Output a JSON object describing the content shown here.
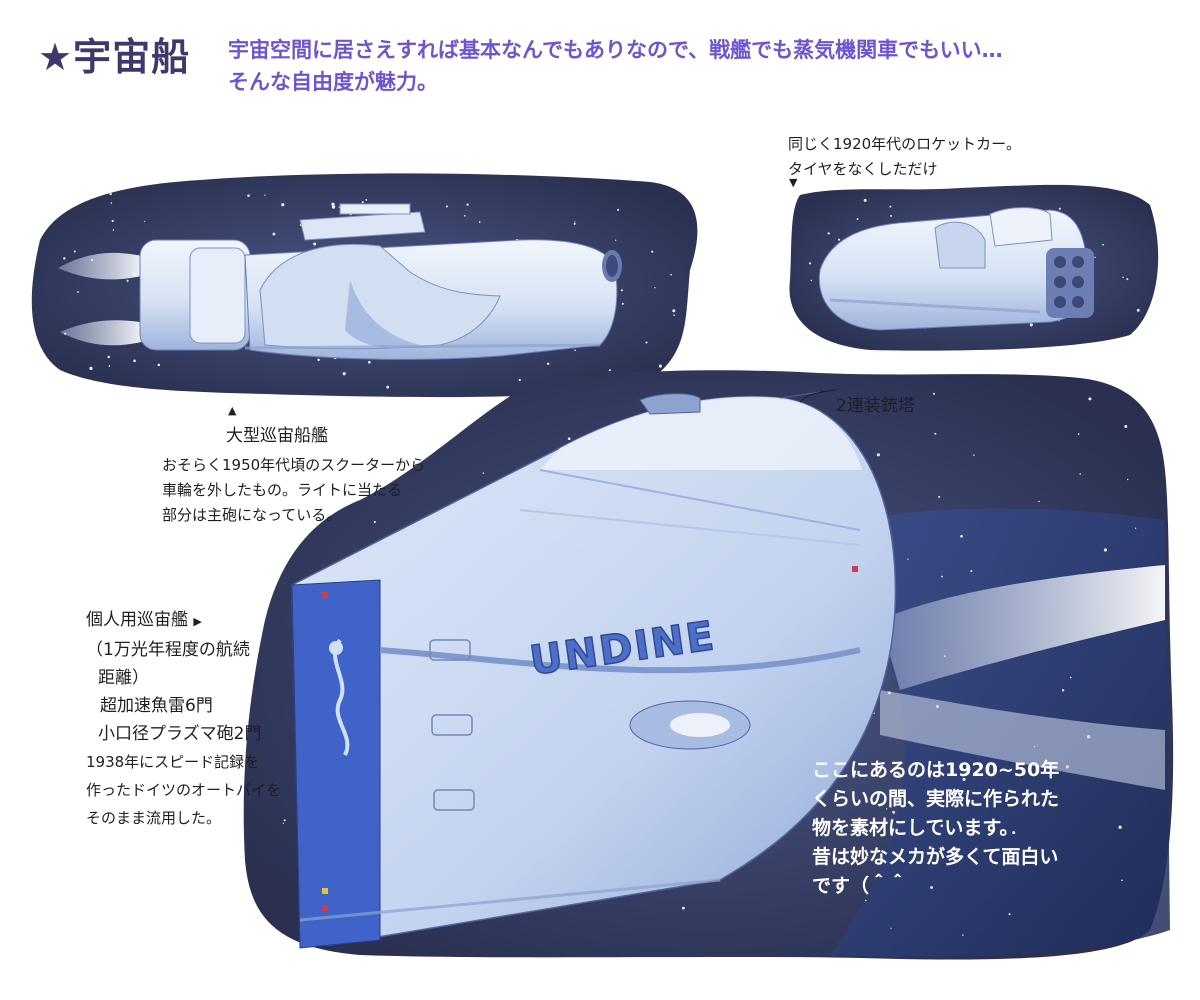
{
  "header": {
    "title": "★宇宙船",
    "intro_lines": [
      "宇宙空間に居さえすれば基本なんでもありなので、戦艦でも蒸気機関車でもいい…",
      "そんな自由度が魅力。"
    ]
  },
  "notes": {
    "rocket_car": [
      "同じく1920年代のロケットカー。",
      "タイヤをなくしただけ"
    ],
    "turret": "2連装銃塔",
    "cruiser_title": "大型巡宙船艦",
    "cruiser_lines": [
      "おそらく1950年代頃のスクーターから",
      "車輪を外したもの。ライトに当たる",
      "部分は主砲になっている。"
    ],
    "personal_lines": [
      "個人用巡宙艦",
      "（1万光年程度の航続",
      "距離）",
      "超加速魚雷6門",
      "小口径プラズマ砲2門",
      "1938年にスピード記録を",
      "作ったドイツのオートバイを",
      "そのまま流用した。"
    ],
    "bottom_lines": [
      "ここにあるのは1920~50年",
      "くらいの間、実際に作られた",
      "物を素材にしています。",
      "昔は妙なメカが多くて面白い",
      "です（＾＾"
    ]
  },
  "ship_label": "UNDINE",
  "colors": {
    "title": "#3d3a6b",
    "intro": "#6e55d0",
    "space_dark": "#2c3050",
    "space_mid": "#3a4470",
    "hull_light": "#dfe8f6",
    "hull_shadow": "#a9bce0",
    "accent_blue": "#3f63c9"
  }
}
